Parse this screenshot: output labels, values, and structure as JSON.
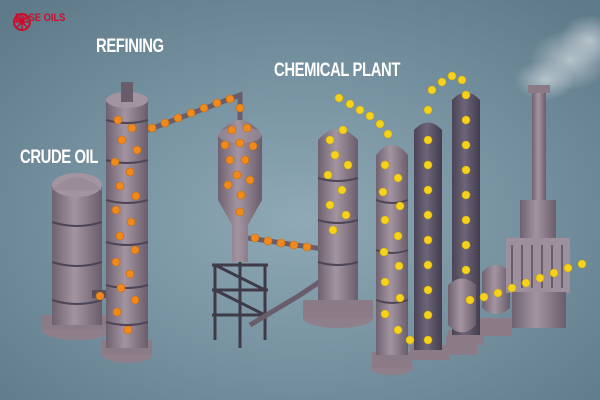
{
  "logo": {
    "text": "BASE OILS",
    "icon": "wheel-logo-icon"
  },
  "labels": {
    "refining": "REFINING",
    "crude_oil": "CRUDE OIL",
    "chemical_plant": "CHEMICAL PLANT"
  },
  "colors": {
    "background": "#6e8a99",
    "structure": "#8e7f8a",
    "orange_flow": "#f08a1c",
    "yellow_flow": "#f7d21c",
    "logo": "#c8102e"
  }
}
